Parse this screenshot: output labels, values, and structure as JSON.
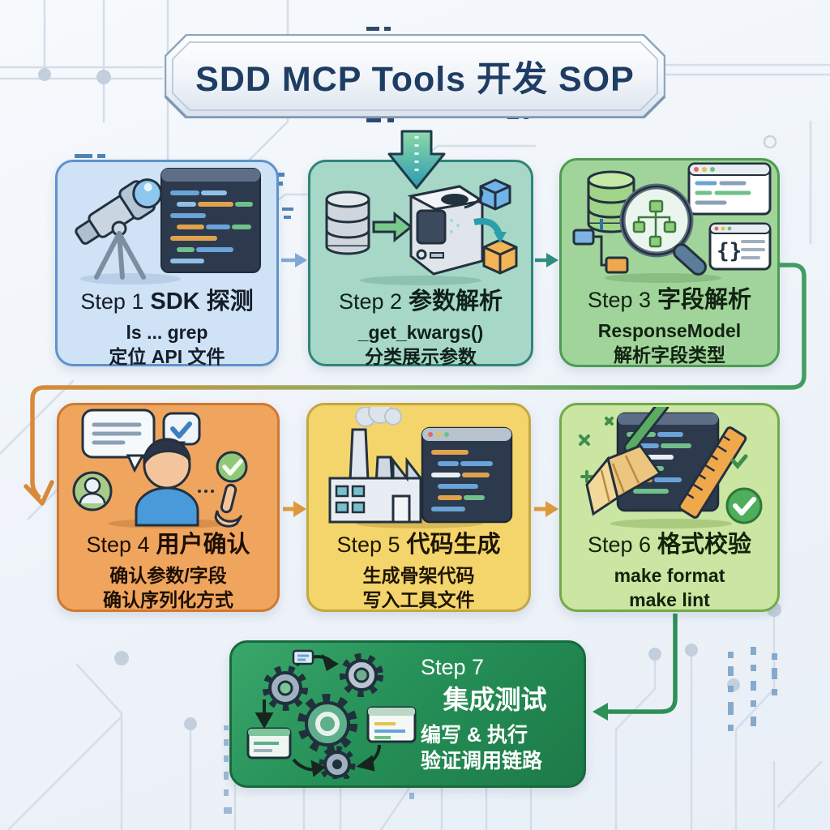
{
  "title": "SDD MCP Tools 开发 SOP",
  "steps": [
    {
      "label": "Step 1",
      "heading": "SDK 探测",
      "line1": "ls ... grep",
      "line2": "定位 API 文件",
      "icon": "telescope-code-icon",
      "fill": "#cfe2f6",
      "border": "#5e93cc",
      "text": "#141d28"
    },
    {
      "label": "Step 2",
      "heading": "参数解析",
      "line1": "_get_kwargs()",
      "line2": "分类展示参数",
      "icon": "parser-machine-icon",
      "fill": "#a7d7c7",
      "border": "#2f8578",
      "text": "#0f211c"
    },
    {
      "label": "Step 3",
      "heading": "字段解析",
      "line1": "ResponseModel",
      "line2": "解析字段类型",
      "icon": "field-magnifier-icon",
      "fill": "#a1d49a",
      "border": "#4d9c51",
      "text": "#112312"
    },
    {
      "label": "Step 4",
      "heading": "用户确认",
      "line1": "确认参数/字段",
      "line2": "确认序列化方式",
      "icon": "user-confirm-icon",
      "fill": "#f0a55f",
      "border": "#cf7930",
      "text": "#1d0f02"
    },
    {
      "label": "Step 5",
      "heading": "代码生成",
      "line1": "生成骨架代码",
      "line2": "写入工具文件",
      "icon": "factory-codegen-icon",
      "fill": "#f4d56c",
      "border": "#c5a73f",
      "text": "#1f1603"
    },
    {
      "label": "Step 6",
      "heading": "格式校验",
      "line1": "make format",
      "line2": "make lint",
      "icon": "lint-broom-ruler-icon",
      "fill": "#cbe5a2",
      "border": "#71ab47",
      "text": "#132209"
    },
    {
      "label": "Step 7",
      "heading": "集成测试",
      "line1": "编写 & 执行",
      "line2": "验证调用链路",
      "icon": "integration-gears-icon",
      "fill_top": "#3aa76b",
      "fill_bottom": "#1d7a48",
      "border": "#176a3e",
      "text": "#ffffff"
    }
  ],
  "colors": {
    "background": "#f2f6fa",
    "title_text": "#1f3d63",
    "banner_border": "#8ea6bf",
    "arrow_blue": "#7fa9d8",
    "arrow_teal": "#2e8e81",
    "arrow_orange": "#dd9a3d",
    "arrow_green": "#2f9058",
    "circuit_trace": "#d4dde8",
    "circuit_dash": "#7ba3c9"
  }
}
